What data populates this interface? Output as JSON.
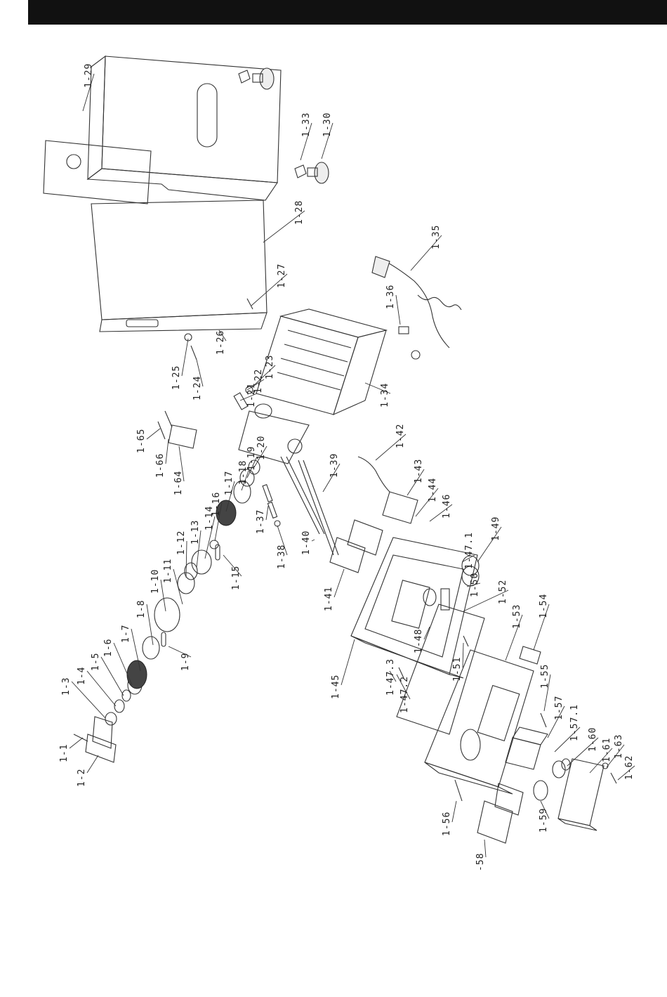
{
  "header": {
    "color": "#111111"
  },
  "parts": [
    {
      "id": "p1",
      "label": "1-1"
    },
    {
      "id": "p2",
      "label": "1-2"
    },
    {
      "id": "p3",
      "label": "1-3"
    },
    {
      "id": "p4",
      "label": "1-4"
    },
    {
      "id": "p5",
      "label": "1-5"
    },
    {
      "id": "p6",
      "label": "1-6"
    },
    {
      "id": "p7",
      "label": "1-7"
    },
    {
      "id": "p8",
      "label": "1-8"
    },
    {
      "id": "p9",
      "label": "1-9"
    },
    {
      "id": "p10",
      "label": "1-10"
    },
    {
      "id": "p11",
      "label": "1-11"
    },
    {
      "id": "p12",
      "label": "1-12"
    },
    {
      "id": "p13",
      "label": "1-13"
    },
    {
      "id": "p14",
      "label": "1-14"
    },
    {
      "id": "p15",
      "label": "1-15"
    },
    {
      "id": "p16",
      "label": "1-16"
    },
    {
      "id": "p17",
      "label": "1-17"
    },
    {
      "id": "p18",
      "label": "1-18"
    },
    {
      "id": "p19",
      "label": "1-19"
    },
    {
      "id": "p20",
      "label": "1-20"
    },
    {
      "id": "p21",
      "label": "1-21"
    },
    {
      "id": "p22",
      "label": "1-22"
    },
    {
      "id": "p23",
      "label": "1-23"
    },
    {
      "id": "p24",
      "label": "1-24"
    },
    {
      "id": "p25",
      "label": "1-25"
    },
    {
      "id": "p26",
      "label": "1-26"
    },
    {
      "id": "p27",
      "label": "1-27"
    },
    {
      "id": "p28",
      "label": "1-28"
    },
    {
      "id": "p29",
      "label": "1-29"
    },
    {
      "id": "p30",
      "label": "1-30"
    },
    {
      "id": "p33",
      "label": "1-33"
    },
    {
      "id": "p34",
      "label": "1-34"
    },
    {
      "id": "p35",
      "label": "1-35"
    },
    {
      "id": "p36",
      "label": "1-36"
    },
    {
      "id": "p37",
      "label": "1-37"
    },
    {
      "id": "p38",
      "label": "1-38"
    },
    {
      "id": "p39",
      "label": "1-39"
    },
    {
      "id": "p40",
      "label": "1-40"
    },
    {
      "id": "p41",
      "label": "1-41"
    },
    {
      "id": "p42",
      "label": "1-42"
    },
    {
      "id": "p43",
      "label": "1-43"
    },
    {
      "id": "p44",
      "label": "1-44"
    },
    {
      "id": "p45",
      "label": "1-45"
    },
    {
      "id": "p46",
      "label": "1-46"
    },
    {
      "id": "p47_1",
      "label": "1-47.1"
    },
    {
      "id": "p47_2",
      "label": "1-47.2"
    },
    {
      "id": "p47_3",
      "label": "1-47.3"
    },
    {
      "id": "p48",
      "label": "1-48"
    },
    {
      "id": "p49",
      "label": "1-49"
    },
    {
      "id": "p50",
      "label": "1-50"
    },
    {
      "id": "p51",
      "label": "1-51"
    },
    {
      "id": "p52",
      "label": "1-52"
    },
    {
      "id": "p53",
      "label": "1-53"
    },
    {
      "id": "p54",
      "label": "1-54"
    },
    {
      "id": "p55",
      "label": "1-55"
    },
    {
      "id": "p56",
      "label": "1-56"
    },
    {
      "id": "p57",
      "label": "1-57"
    },
    {
      "id": "p57_1",
      "label": "1-57.1"
    },
    {
      "id": "p58",
      "label": "-58"
    },
    {
      "id": "p59",
      "label": "1-59"
    },
    {
      "id": "p60",
      "label": "1-60"
    },
    {
      "id": "p61",
      "label": "1-61"
    },
    {
      "id": "p62",
      "label": "1-62"
    },
    {
      "id": "p63",
      "label": "1-63"
    },
    {
      "id": "p64",
      "label": "1-64"
    },
    {
      "id": "p65",
      "label": "1-65"
    },
    {
      "id": "p66",
      "label": "1-66"
    }
  ]
}
